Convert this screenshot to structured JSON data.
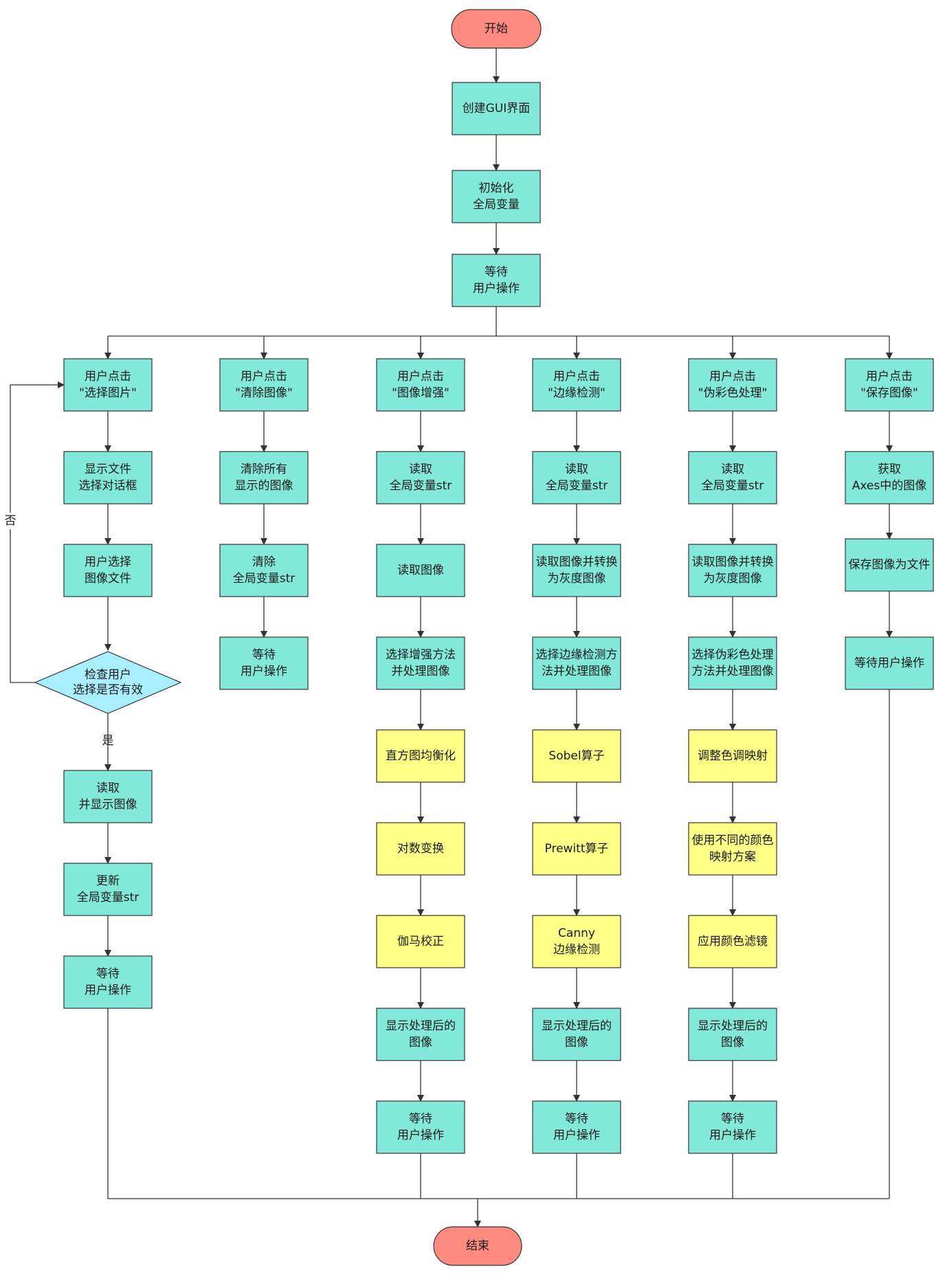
{
  "colors": {
    "process_fill": "#82E9DA",
    "highlight_fill": "#FFFF88",
    "terminal_fill": "#FF8A80",
    "decision_fill": "#A9EEFF",
    "stroke": "#333333"
  },
  "nodes": {
    "start": "开始",
    "create_gui": [
      "创建GUI界面"
    ],
    "init_globals": [
      "初始化",
      "全局变量"
    ],
    "wait_main": [
      "等待",
      "用户操作"
    ],
    "end": "结束",
    "col1": {
      "click": [
        "用户点击",
        "\"选择图片\""
      ],
      "show_dialog": [
        "显示文件",
        "选择对话框"
      ],
      "select_file": [
        "用户选择",
        "图像文件"
      ],
      "check_valid": [
        "检查用户",
        "选择是否有效"
      ],
      "read_show": [
        "读取",
        "并显示图像"
      ],
      "update_str": [
        "更新",
        "全局变量str"
      ],
      "wait": [
        "等待",
        "用户操作"
      ]
    },
    "col2": {
      "click": [
        "用户点击",
        "\"清除图像\""
      ],
      "clear_all": [
        "清除所有",
        "显示的图像"
      ],
      "clear_str": [
        "清除",
        "全局变量str"
      ],
      "wait": [
        "等待",
        "用户操作"
      ]
    },
    "col3": {
      "click": [
        "用户点击",
        "\"图像增强\""
      ],
      "read_str": [
        "读取",
        "全局变量str"
      ],
      "read_image": [
        "读取图像"
      ],
      "choose_method": [
        "选择增强方法",
        "并处理图像"
      ],
      "histogram": [
        "直方图均衡化"
      ],
      "log_transform": [
        "对数变换"
      ],
      "gamma": [
        "伽马校正"
      ],
      "show_result": [
        "显示处理后的",
        "图像"
      ],
      "wait": [
        "等待",
        "用户操作"
      ]
    },
    "col4": {
      "click": [
        "用户点击",
        "\"边缘检测\""
      ],
      "read_str": [
        "读取",
        "全局变量str"
      ],
      "read_gray": [
        "读取图像并转换",
        "为灰度图像"
      ],
      "choose_method": [
        "选择边缘检测方",
        "法并处理图像"
      ],
      "sobel": [
        "Sobel算子"
      ],
      "prewitt": [
        "Prewitt算子"
      ],
      "canny": [
        "Canny",
        "边缘检测"
      ],
      "show_result": [
        "显示处理后的",
        "图像"
      ],
      "wait": [
        "等待",
        "用户操作"
      ]
    },
    "col5": {
      "click": [
        "用户点击",
        "\"伪彩色处理\""
      ],
      "read_str": [
        "读取",
        "全局变量str"
      ],
      "read_gray": [
        "读取图像并转换",
        "为灰度图像"
      ],
      "choose_method": [
        "选择伪彩色处理",
        "方法并处理图像"
      ],
      "adjust_map": [
        "调整色调映射"
      ],
      "color_schemes": [
        "使用不同的颜色",
        "映射方案"
      ],
      "color_filter": [
        "应用颜色滤镜"
      ],
      "show_result": [
        "显示处理后的",
        "图像"
      ],
      "wait": [
        "等待",
        "用户操作"
      ]
    },
    "col6": {
      "click": [
        "用户点击",
        "\"保存图像\""
      ],
      "get_axes": [
        "获取",
        "Axes中的图像"
      ],
      "save_file": [
        "保存图像为文件"
      ],
      "wait": [
        "等待用户操作"
      ]
    }
  },
  "edge_labels": {
    "yes": "是",
    "no": "否"
  }
}
